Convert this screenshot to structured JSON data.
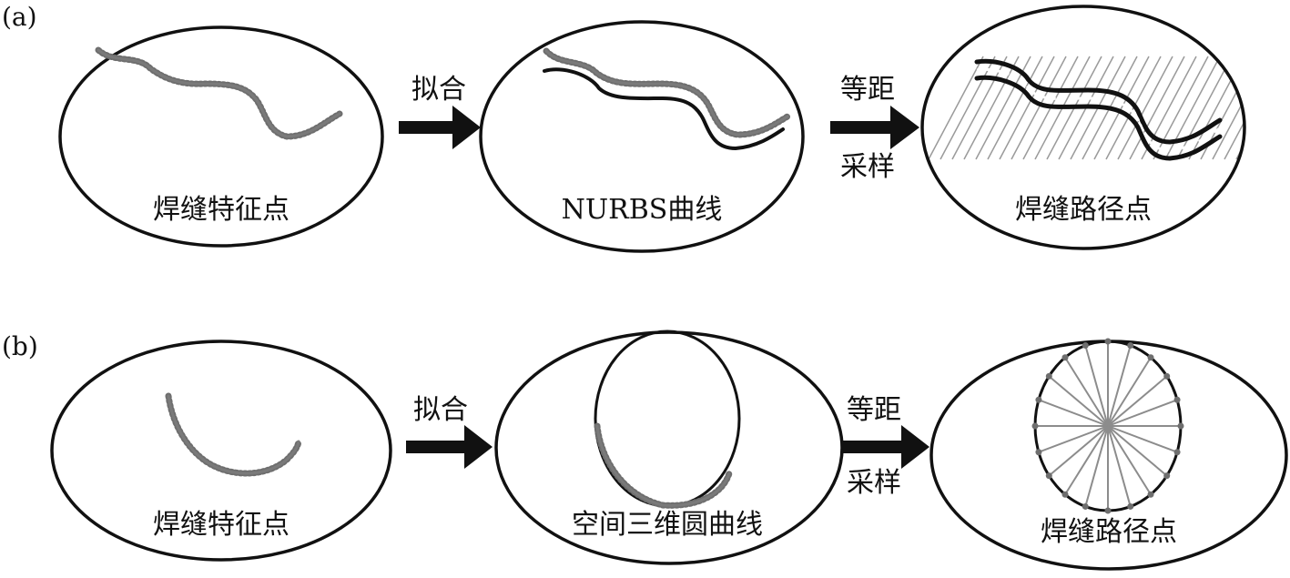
{
  "panels": [
    {
      "label": "(a)",
      "ovals": [
        {
          "caption": "焊缝特征点"
        },
        {
          "caption": "NURBS曲线"
        },
        {
          "caption": "焊缝路径点"
        }
      ],
      "arrows": [
        {
          "text_top": "拟合",
          "text_bottom": ""
        },
        {
          "text_top": "等距",
          "text_bottom": "采样"
        }
      ]
    },
    {
      "label": "(b)",
      "ovals": [
        {
          "caption": "焊缝特征点"
        },
        {
          "caption": "空间三维圆曲线"
        },
        {
          "caption": "焊缝路径点"
        }
      ],
      "arrows": [
        {
          "text_top": "拟合",
          "text_bottom": ""
        },
        {
          "text_top": "等距",
          "text_bottom": "采样"
        }
      ]
    }
  ],
  "colors": {
    "outline": "#111111",
    "points": "#6e6e6e",
    "hatch": "#9a9a9a",
    "spokes": "#8c8c8c"
  }
}
